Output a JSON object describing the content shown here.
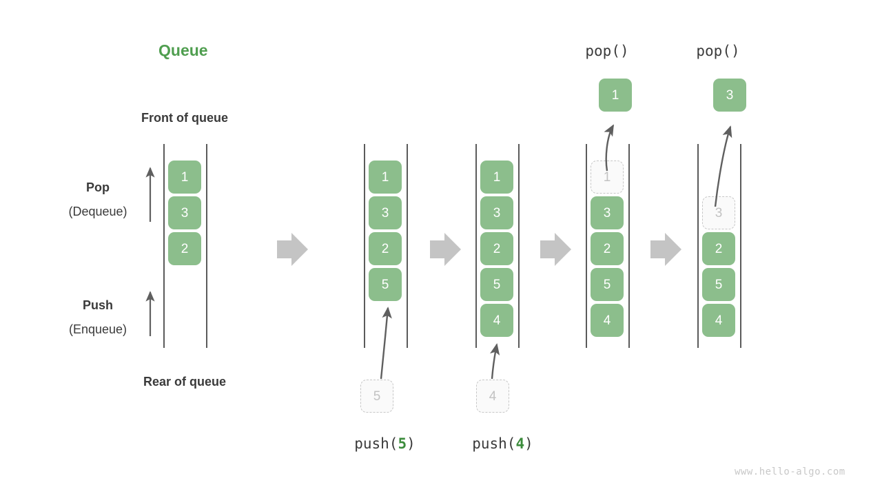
{
  "diagram": {
    "title": "Queue",
    "watermark": "www.hello-algo.com",
    "front_label": "Front of queue",
    "rear_label": "Rear of queue",
    "pop_label": "Pop",
    "pop_sublabel": "(Dequeue)",
    "push_label": "Push",
    "push_sublabel": "(Enqueue)",
    "colors": {
      "element_fill": "#8cbe8c",
      "element_text": "#ffffff",
      "ghost_fill": "#fafafa",
      "ghost_border": "#c6c6c6",
      "ghost_text": "#c2c2c2",
      "rail": "#5a5a5a",
      "title_green": "#4f9e4f",
      "arg_green": "#3c8c3c",
      "label_dark": "#3a3a3a",
      "block_arrow": "#c4c4c4",
      "thin_arrow": "#5f5f5f",
      "watermark": "#c8c8c8"
    },
    "stages": [
      {
        "name": "initial",
        "caption": null,
        "op_label": null,
        "cells": [
          {
            "value": "1",
            "ghost": false
          },
          {
            "value": "3",
            "ghost": false
          },
          {
            "value": "2",
            "ghost": false
          }
        ],
        "incoming": null,
        "outgoing": null
      },
      {
        "name": "push-5",
        "caption": "push(",
        "caption_arg": "5",
        "caption_tail": ")",
        "op_label": null,
        "cells": [
          {
            "value": "1",
            "ghost": false
          },
          {
            "value": "3",
            "ghost": false
          },
          {
            "value": "2",
            "ghost": false
          },
          {
            "value": "5",
            "ghost": false
          }
        ],
        "incoming": {
          "value": "5"
        },
        "outgoing": null
      },
      {
        "name": "push-4",
        "caption": "push(",
        "caption_arg": "4",
        "caption_tail": ")",
        "op_label": null,
        "cells": [
          {
            "value": "1",
            "ghost": false
          },
          {
            "value": "3",
            "ghost": false
          },
          {
            "value": "2",
            "ghost": false
          },
          {
            "value": "5",
            "ghost": false
          },
          {
            "value": "4",
            "ghost": false
          }
        ],
        "incoming": {
          "value": "4"
        },
        "outgoing": null
      },
      {
        "name": "pop-1",
        "caption": null,
        "op_label": "pop()",
        "cells": [
          {
            "value": "1",
            "ghost": true
          },
          {
            "value": "3",
            "ghost": false
          },
          {
            "value": "2",
            "ghost": false
          },
          {
            "value": "5",
            "ghost": false
          },
          {
            "value": "4",
            "ghost": false
          }
        ],
        "incoming": null,
        "outgoing": {
          "value": "1"
        }
      },
      {
        "name": "pop-3",
        "caption": null,
        "op_label": "pop()",
        "cells": [
          {
            "value": "3",
            "ghost": true
          },
          {
            "value": "2",
            "ghost": false
          },
          {
            "value": "5",
            "ghost": false
          },
          {
            "value": "4",
            "ghost": false
          }
        ],
        "incoming": null,
        "outgoing": {
          "value": "3"
        }
      }
    ]
  }
}
